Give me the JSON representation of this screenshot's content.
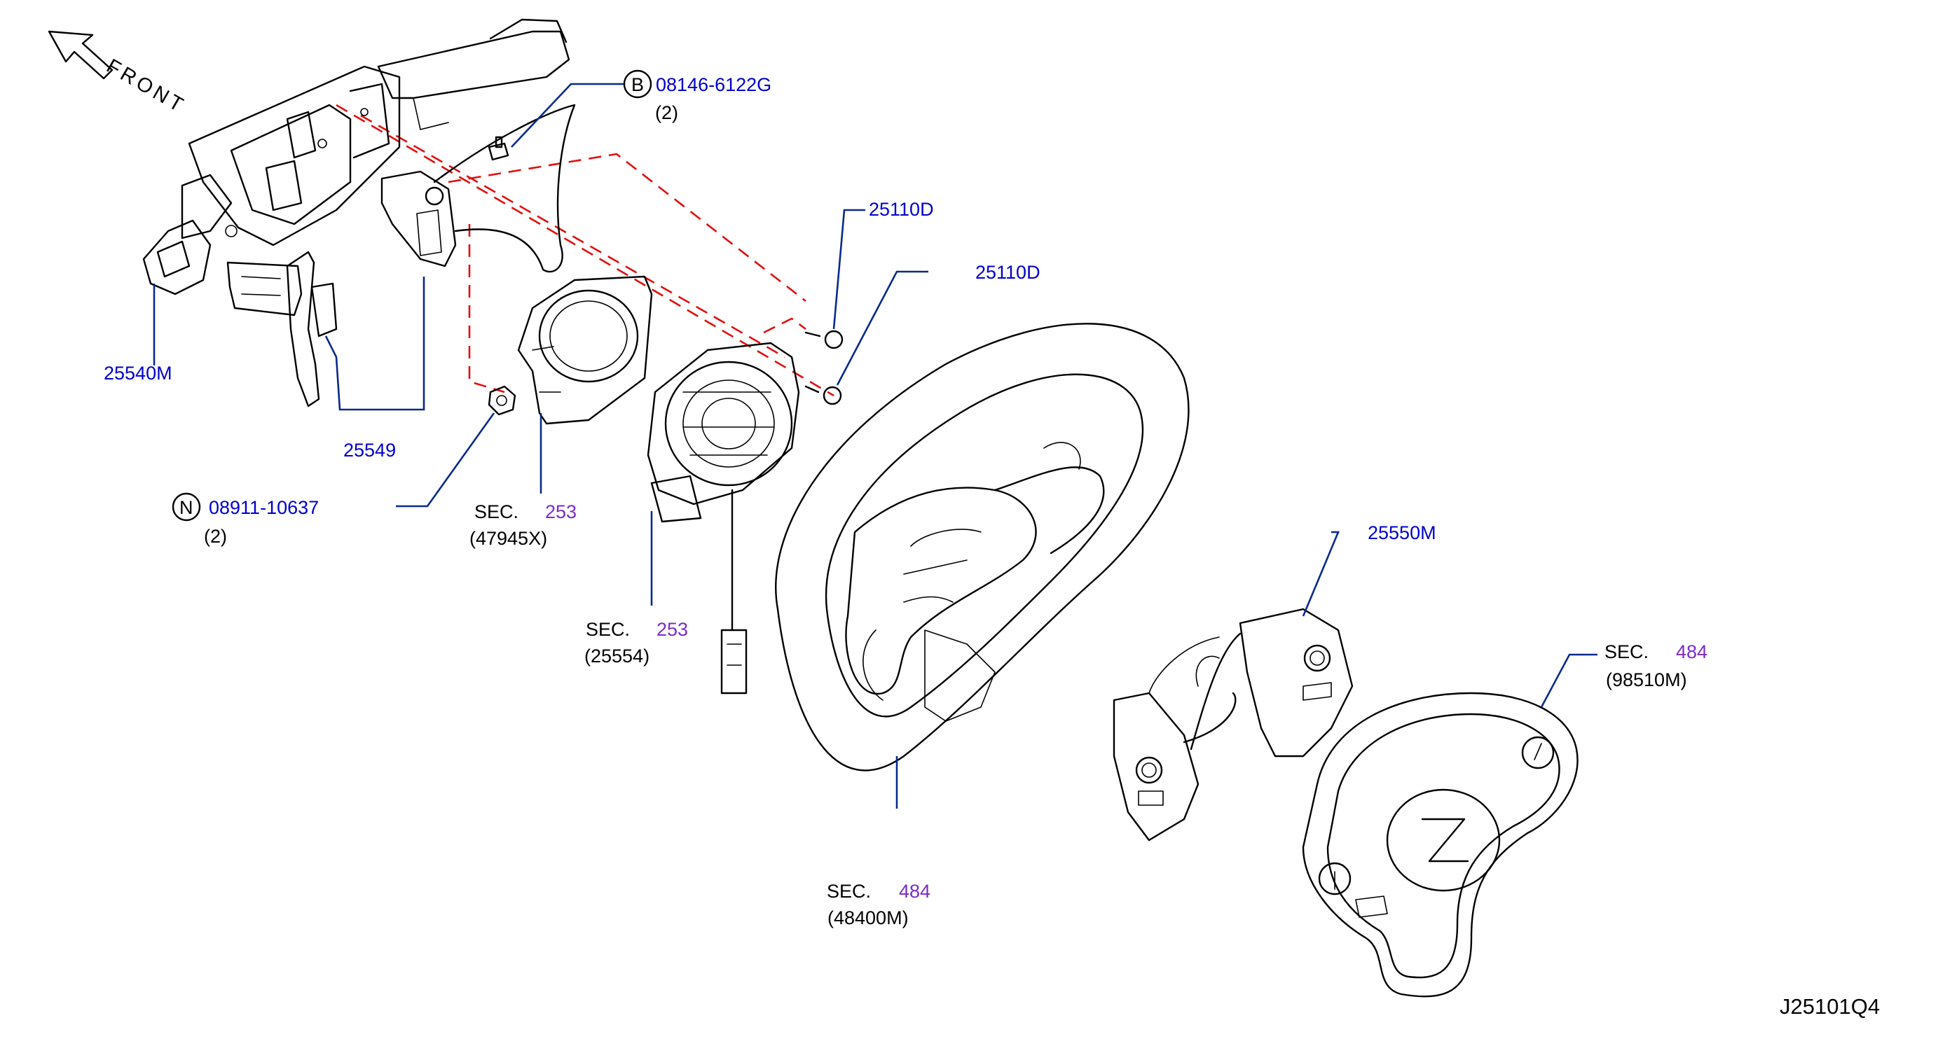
{
  "front_label": "FRONT",
  "diagram_code": "J25101Q4",
  "callouts": {
    "bolt_b": {
      "symbol": "B",
      "part_no": "08146-6122G",
      "qty": "(2)"
    },
    "nut_n": {
      "symbol": "N",
      "part_no": "08911-10637",
      "qty": "(2)"
    },
    "screw_1": {
      "part_no": "25110D"
    },
    "screw_2": {
      "part_no": "25110D"
    },
    "combination_switch": {
      "part_no": "25540M"
    },
    "paddle_shift": {
      "part_no": "25549"
    },
    "steering_switch": {
      "part_no": "25550M"
    },
    "sec_sensor": {
      "prefix": "SEC.",
      "sec_no": "253",
      "sub_no": "(47945X)"
    },
    "sec_spiral_cable": {
      "prefix": "SEC.",
      "sec_no": "253",
      "sub_no": "(25554)"
    },
    "sec_steering_wheel": {
      "prefix": "SEC.",
      "sec_no": "484",
      "sub_no": "(48400M)"
    },
    "sec_airbag": {
      "prefix": "SEC.",
      "sec_no": "484",
      "sub_no": "(98510M)"
    }
  }
}
